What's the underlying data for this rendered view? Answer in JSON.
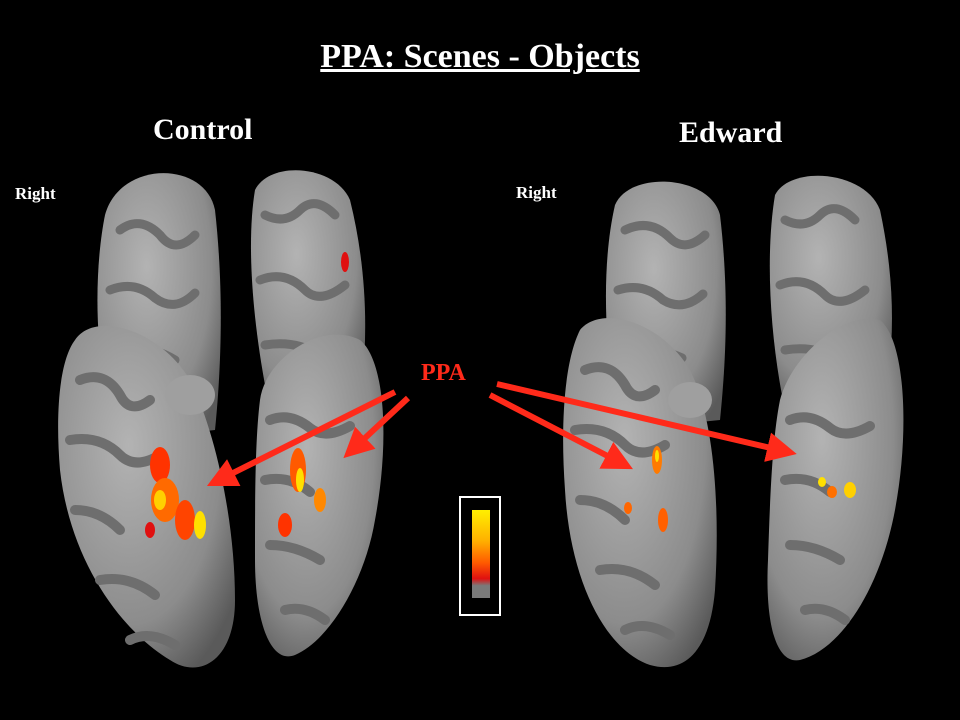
{
  "title": "PPA: Scenes - Objects",
  "panels": [
    {
      "label": "Control",
      "hemisphere_label": "Right"
    },
    {
      "label": "Edward",
      "hemisphere_label": "Right"
    }
  ],
  "annotation": {
    "label": "PPA",
    "color": "#ff2a1a"
  },
  "colorbar": {
    "colors": [
      "#ffef00",
      "#ffb000",
      "#ff5a00",
      "#e01010",
      "#7a7a7a"
    ]
  },
  "colors": {
    "background": "#000000",
    "brain": "#9a9a9a",
    "sulcus": "#6e6e6e",
    "activation": "#ff4400"
  }
}
